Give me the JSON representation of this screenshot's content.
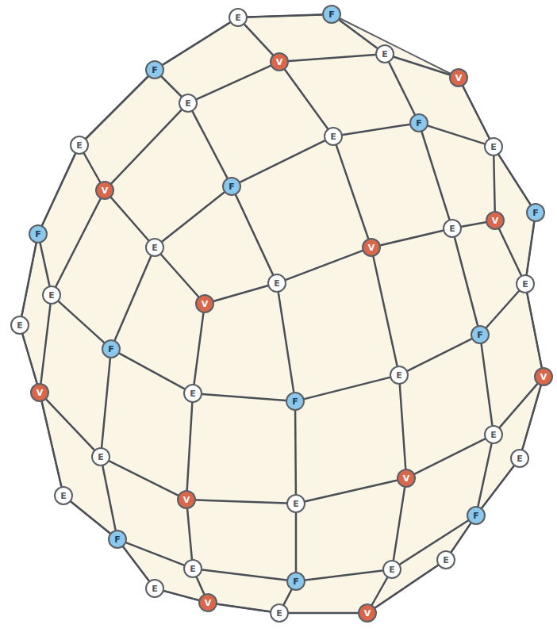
{
  "diagram": {
    "nodes": [
      {
        "text": [
          "E"
        ]
      },
      {
        "text": [
          "F"
        ]
      },
      {
        "text": [
          "F"
        ]
      },
      {
        "text": [
          "V"
        ]
      },
      {
        "text": [
          "E"
        ]
      },
      {
        "text": [
          "V"
        ]
      },
      {
        "text": [
          "E"
        ]
      },
      {
        "text": [
          "E"
        ]
      },
      {
        "text": [
          "F"
        ]
      },
      {
        "text": [
          "E"
        ]
      },
      {
        "text": [
          "E"
        ]
      },
      {
        "text": [
          "V"
        ]
      },
      {
        "text": [
          "F"
        ]
      },
      {
        "text": [
          "F"
        ]
      },
      {
        "text": [
          "V"
        ]
      },
      {
        "text": [
          "E"
        ]
      },
      {
        "text": [
          "F"
        ]
      },
      {
        "text": [
          "E"
        ]
      },
      {
        "text": [
          "V"
        ]
      },
      {
        "text": [
          "E"
        ]
      },
      {
        "text": [
          "E"
        ]
      },
      {
        "text": [
          "E"
        ]
      },
      {
        "text": [
          "V"
        ]
      },
      {
        "text": [
          "E"
        ]
      },
      {
        "text": [
          "F"
        ]
      },
      {
        "text": [
          "F"
        ]
      },
      {
        "text": [
          "V"
        ]
      },
      {
        "text": [
          "E"
        ]
      },
      {
        "text": [
          "E"
        ]
      },
      {
        "text": [
          "F"
        ]
      },
      {
        "text": [
          "V"
        ]
      },
      {
        "text": [
          "E"
        ]
      },
      {
        "text": [
          "E"
        ]
      },
      {
        "text": [
          "E"
        ]
      },
      {
        "text": [
          "V"
        ]
      },
      {
        "text": [
          "V"
        ]
      },
      {
        "text": [
          "E"
        ]
      },
      {
        "text": [
          "F"
        ]
      },
      {
        "text": [
          "E"
        ]
      },
      {
        "text": [
          "F"
        ]
      },
      {
        "text": [
          "E"
        ]
      },
      {
        "text": [
          "E"
        ]
      },
      {
        "text": [
          "E"
        ]
      },
      {
        "text": [
          "F"
        ]
      },
      {
        "text": [
          "E"
        ]
      },
      {
        "text": [
          "V"
        ]
      },
      {
        "text": [
          "V"
        ]
      },
      {
        "text": [
          "E"
        ]
      }
    ],
    "edges": [
      {
        "from": 0,
        "to": 1,
        "arrow": "none"
      },
      {
        "from": 0,
        "to": 2,
        "arrow": "none"
      },
      {
        "from": 0,
        "to": 3,
        "arrow": "none"
      },
      {
        "from": 1,
        "to": 4,
        "arrow": "none"
      },
      {
        "from": 3,
        "to": 4,
        "arrow": "none"
      },
      {
        "from": 3,
        "to": 6,
        "arrow": "none"
      },
      {
        "from": 3,
        "to": 7,
        "arrow": "none"
      },
      {
        "from": 4,
        "to": 5,
        "arrow": "none"
      },
      {
        "from": 4,
        "to": 8,
        "arrow": "none"
      },
      {
        "from": 2,
        "to": 6,
        "arrow": "none"
      },
      {
        "from": 2,
        "to": 10,
        "arrow": "none"
      },
      {
        "from": 5,
        "to": 9,
        "arrow": "none"
      },
      {
        "from": 6,
        "to": 11,
        "arrow": "none"
      },
      {
        "from": 6,
        "to": 12,
        "arrow": "none"
      },
      {
        "from": 7,
        "to": 8,
        "arrow": "none"
      },
      {
        "from": 7,
        "to": 12,
        "arrow": "none"
      },
      {
        "from": 7,
        "to": 18,
        "arrow": "none"
      },
      {
        "from": 8,
        "to": 9,
        "arrow": "none"
      },
      {
        "from": 8,
        "to": 15,
        "arrow": "none"
      },
      {
        "from": 9,
        "to": 13,
        "arrow": "none"
      },
      {
        "from": 9,
        "to": 14,
        "arrow": "none"
      },
      {
        "from": 10,
        "to": 11,
        "arrow": "none"
      },
      {
        "from": 10,
        "to": 16,
        "arrow": "none"
      },
      {
        "from": 11,
        "to": 17,
        "arrow": "none"
      },
      {
        "from": 11,
        "to": 21,
        "arrow": "none"
      },
      {
        "from": 12,
        "to": 17,
        "arrow": "none"
      },
      {
        "from": 12,
        "to": 20,
        "arrow": "none"
      },
      {
        "from": 13,
        "to": 19,
        "arrow": "none"
      },
      {
        "from": 14,
        "to": 15,
        "arrow": "none"
      },
      {
        "from": 14,
        "to": 19,
        "arrow": "none"
      },
      {
        "from": 15,
        "to": 18,
        "arrow": "none"
      },
      {
        "from": 15,
        "to": 25,
        "arrow": "none"
      },
      {
        "from": 16,
        "to": 21,
        "arrow": "none"
      },
      {
        "from": 16,
        "to": 23,
        "arrow": "none"
      },
      {
        "from": 17,
        "to": 22,
        "arrow": "none"
      },
      {
        "from": 17,
        "to": 24,
        "arrow": "none"
      },
      {
        "from": 18,
        "to": 20,
        "arrow": "none"
      },
      {
        "from": 18,
        "to": 27,
        "arrow": "none"
      },
      {
        "from": 19,
        "to": 25,
        "arrow": "none"
      },
      {
        "from": 19,
        "to": 26,
        "arrow": "none"
      },
      {
        "from": 20,
        "to": 22,
        "arrow": "none"
      },
      {
        "from": 20,
        "to": 29,
        "arrow": "none"
      },
      {
        "from": 21,
        "to": 24,
        "arrow": "none"
      },
      {
        "from": 21,
        "to": 30,
        "arrow": "none"
      },
      {
        "from": 22,
        "to": 28,
        "arrow": "none"
      },
      {
        "from": 23,
        "to": 30,
        "arrow": "none"
      },
      {
        "from": 24,
        "to": 28,
        "arrow": "none"
      },
      {
        "from": 24,
        "to": 32,
        "arrow": "none"
      },
      {
        "from": 25,
        "to": 27,
        "arrow": "none"
      },
      {
        "from": 25,
        "to": 31,
        "arrow": "none"
      },
      {
        "from": 26,
        "to": 31,
        "arrow": "none"
      },
      {
        "from": 26,
        "to": 33,
        "arrow": "none"
      },
      {
        "from": 27,
        "to": 29,
        "arrow": "none"
      },
      {
        "from": 27,
        "to": 34,
        "arrow": "none"
      },
      {
        "from": 28,
        "to": 29,
        "arrow": "none"
      },
      {
        "from": 28,
        "to": 35,
        "arrow": "none"
      },
      {
        "from": 29,
        "to": 36,
        "arrow": "none"
      },
      {
        "from": 30,
        "to": 32,
        "arrow": "none"
      },
      {
        "from": 30,
        "to": 38,
        "arrow": "none"
      },
      {
        "from": 31,
        "to": 34,
        "arrow": "none"
      },
      {
        "from": 31,
        "to": 37,
        "arrow": "none"
      },
      {
        "from": 32,
        "to": 35,
        "arrow": "none"
      },
      {
        "from": 32,
        "to": 39,
        "arrow": "none"
      },
      {
        "from": 33,
        "to": 37,
        "arrow": "none"
      },
      {
        "from": 34,
        "to": 36,
        "arrow": "none"
      },
      {
        "from": 34,
        "to": 42,
        "arrow": "none"
      },
      {
        "from": 35,
        "to": 36,
        "arrow": "none"
      },
      {
        "from": 35,
        "to": 41,
        "arrow": "none"
      },
      {
        "from": 36,
        "to": 43,
        "arrow": "none"
      },
      {
        "from": 37,
        "to": 40,
        "arrow": "none"
      },
      {
        "from": 37,
        "to": 42,
        "arrow": "none"
      },
      {
        "from": 38,
        "to": 39,
        "arrow": "none"
      },
      {
        "from": 39,
        "to": 41,
        "arrow": "none"
      },
      {
        "from": 39,
        "to": 44,
        "arrow": "none"
      },
      {
        "from": 40,
        "to": 46,
        "arrow": "none"
      },
      {
        "from": 41,
        "to": 43,
        "arrow": "none"
      },
      {
        "from": 41,
        "to": 45,
        "arrow": "none"
      },
      {
        "from": 42,
        "to": 43,
        "arrow": "none"
      },
      {
        "from": 42,
        "to": 46,
        "arrow": "none"
      },
      {
        "from": 43,
        "to": 47,
        "arrow": "none"
      },
      {
        "from": 44,
        "to": 45,
        "arrow": "none"
      },
      {
        "from": 45,
        "to": 47,
        "arrow": "none"
      },
      {
        "from": 46,
        "to": 47,
        "arrow": "none"
      }
    ]
  }
}
